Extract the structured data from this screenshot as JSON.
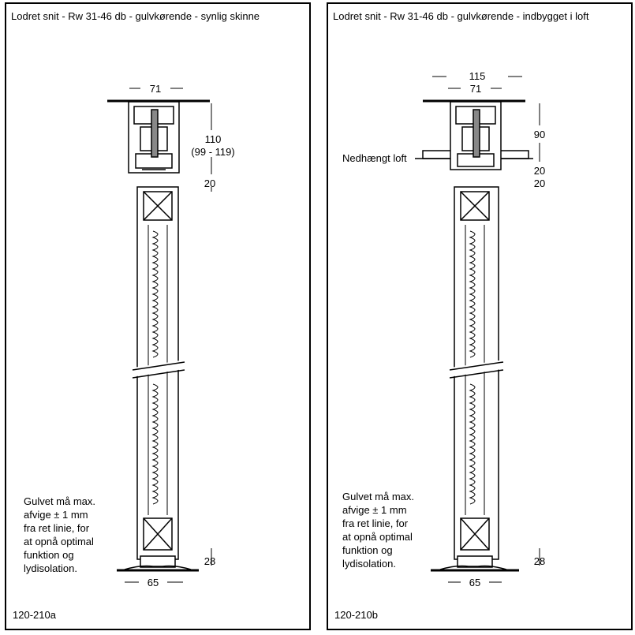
{
  "panels": [
    {
      "title": "Lodret snit - Rw 31-46 db - gulvkørende - synlig skinne",
      "code": "120-210a",
      "dims": {
        "top_width": "71",
        "height_main": "110",
        "height_range": "(99 - 119)",
        "gap": "20",
        "bottom_height": "28",
        "bottom_width": "65"
      },
      "note": [
        "Gulvet må max.",
        "afvige ± 1 mm",
        "fra ret linie, for",
        "at opnå optimal",
        "funktion og",
        "lydisolation."
      ]
    },
    {
      "title": "Lodret snit - Rw 31-46 db - gulvkørende - indbygget i loft",
      "code": "120-210b",
      "dims": {
        "outer_width": "115",
        "top_width": "71",
        "height_main": "90",
        "ceiling_label": "Nedhængt loft",
        "gap1": "20",
        "gap2": "20",
        "bottom_height": "28",
        "bottom_width": "65"
      },
      "note": [
        "Gulvet må max.",
        "afvige ± 1 mm",
        "fra ret linie, for",
        "at opnå optimal",
        "funktion og",
        "lydisolation."
      ]
    }
  ],
  "colors": {
    "line": "#000000",
    "fill": "#ffffff"
  }
}
